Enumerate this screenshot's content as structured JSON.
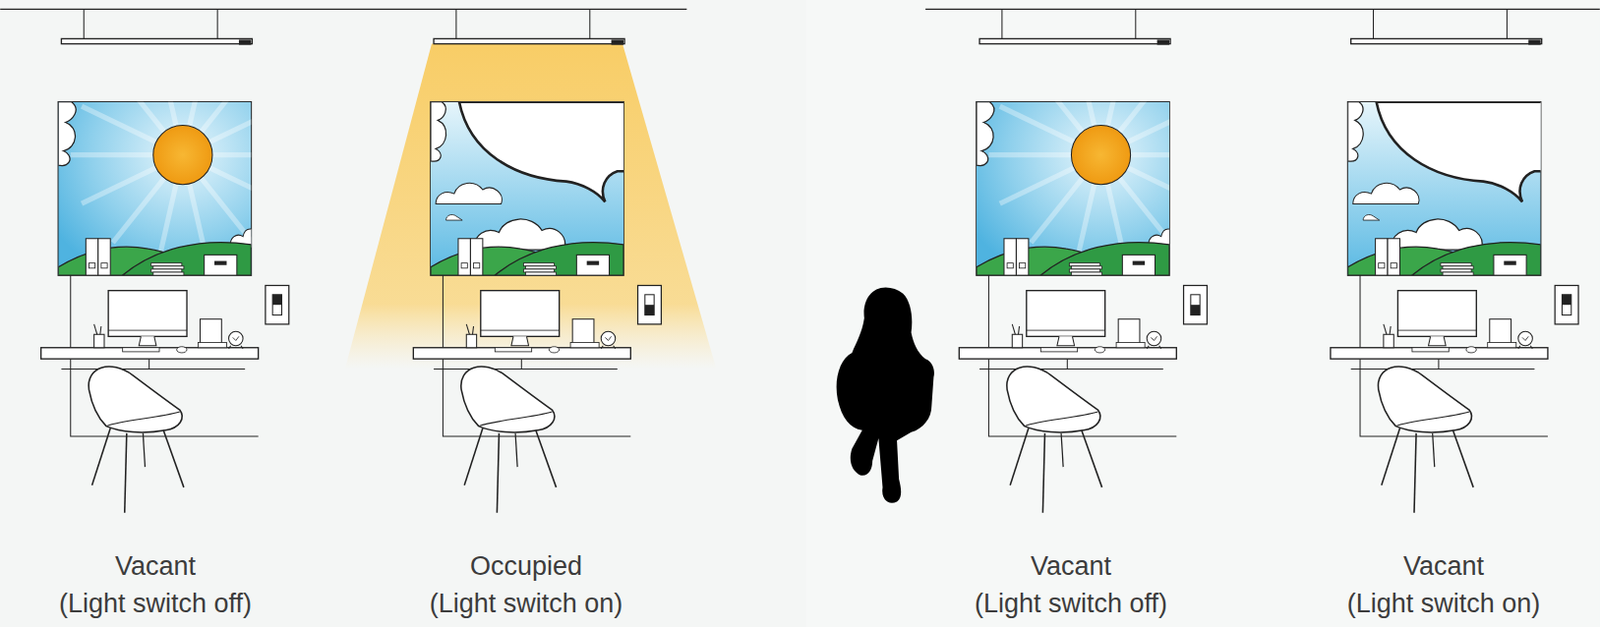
{
  "diagram": {
    "labels": [
      "Vacant",
      "(Light switch off)",
      "Occupied",
      "(Light switch on)",
      "Vacant",
      "(Light switch off)",
      "Vacant",
      "(Light switch on)"
    ]
  }
}
